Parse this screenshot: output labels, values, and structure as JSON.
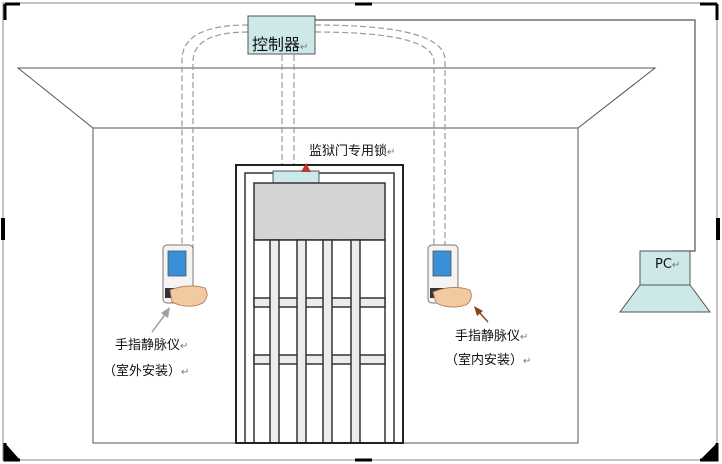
{
  "controller": {
    "label": "控制器"
  },
  "lock": {
    "label": "监狱门专用锁"
  },
  "pc": {
    "label": "PC"
  },
  "left_scanner": {
    "name": "手指静脉仪",
    "note": "（室外安装）"
  },
  "right_scanner": {
    "name": "手指静脉仪",
    "note": "（室内安装）"
  },
  "return_mark": "↵",
  "colors": {
    "device_fill": "#cde8e8",
    "red_marker": "#c0392b",
    "arrow_brown": "#8b4513",
    "line": "#555555",
    "cable_dash": "#9a9a9a",
    "screen_blue": "#3a8fd8"
  }
}
